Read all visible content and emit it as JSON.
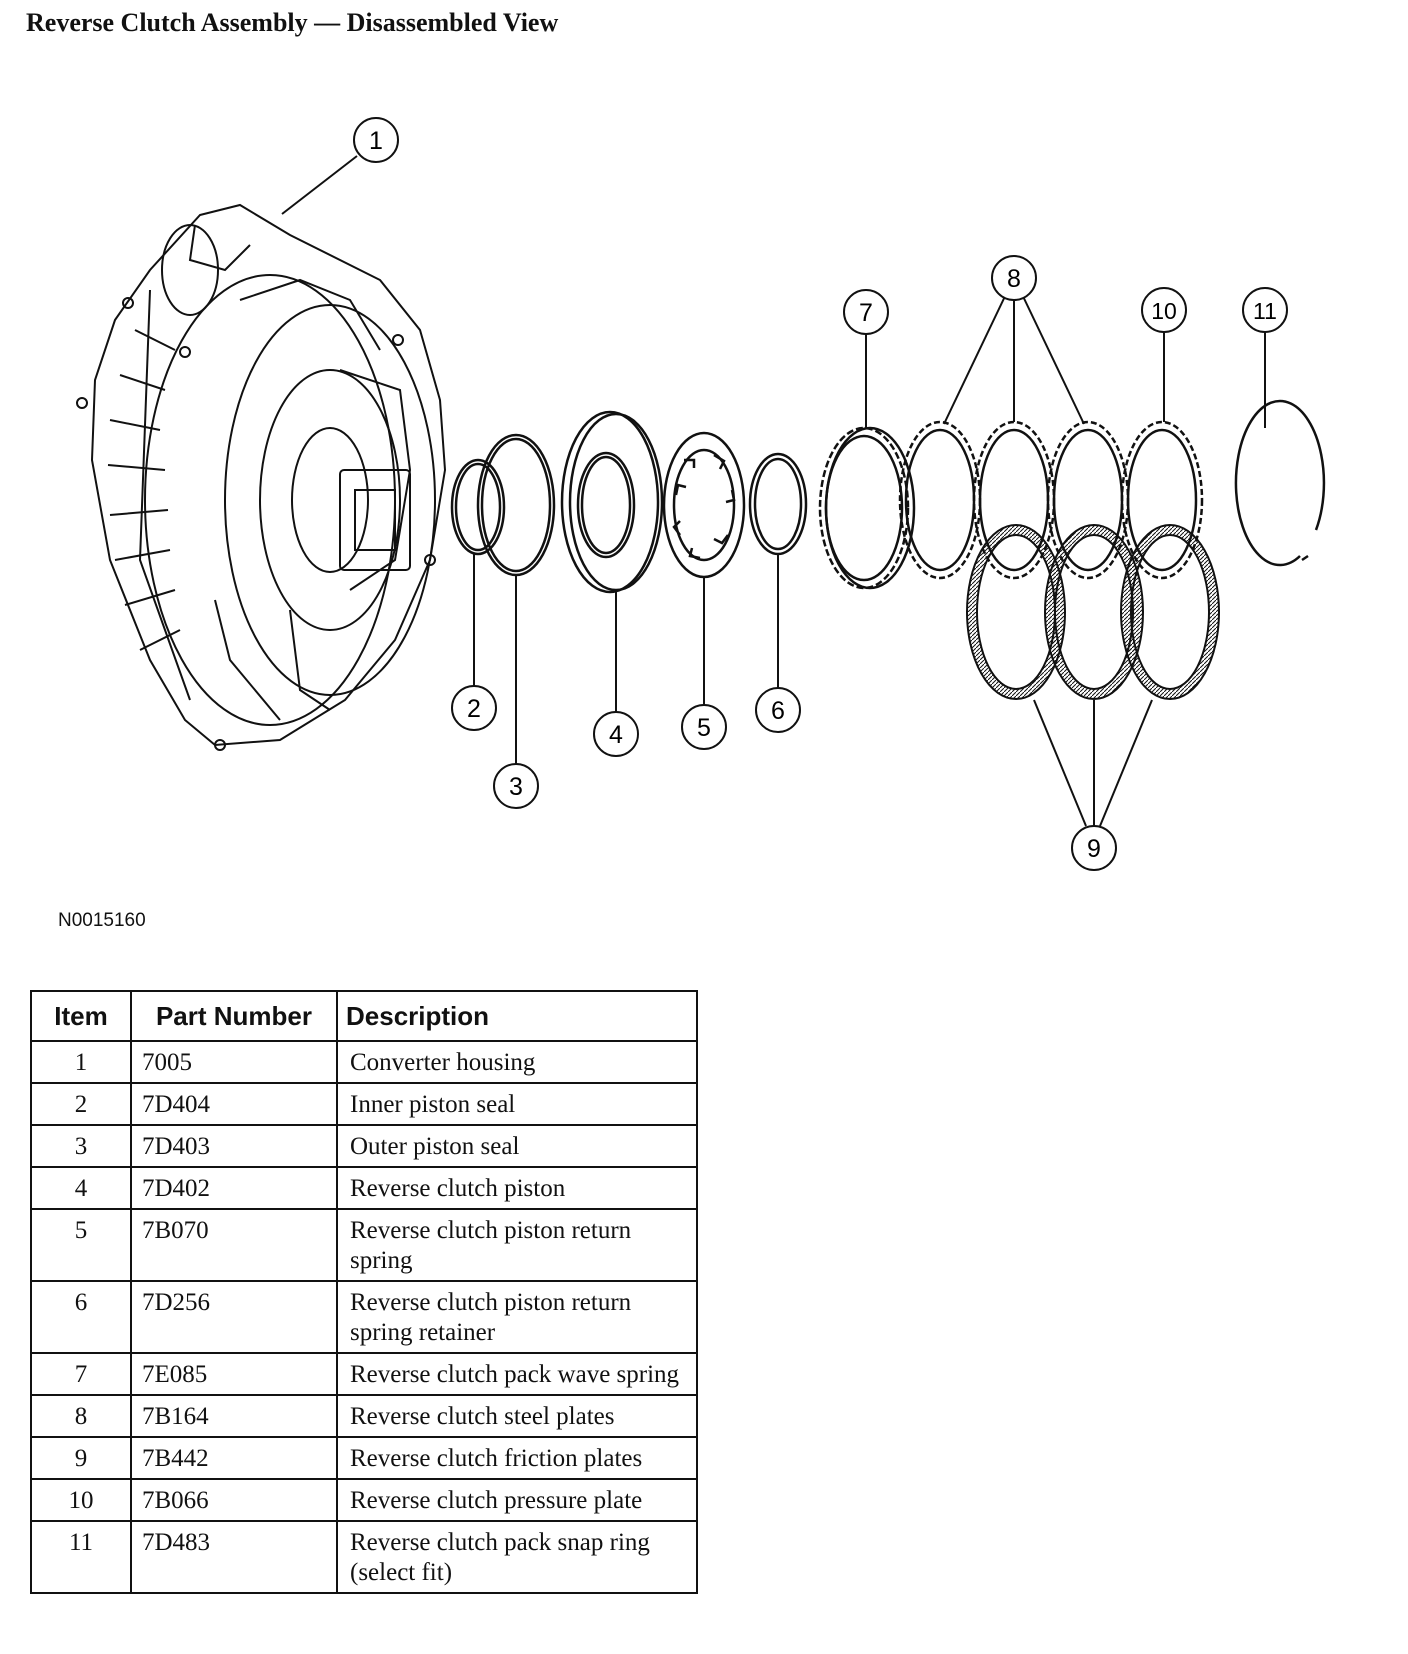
{
  "title": "Reverse Clutch Assembly — Disassembled View",
  "figure_id": "N0015160",
  "callouts": [
    "1",
    "2",
    "3",
    "4",
    "5",
    "6",
    "7",
    "8",
    "9",
    "10",
    "11"
  ],
  "table": {
    "headers": {
      "item": "Item",
      "part": "Part Number",
      "desc": "Description"
    },
    "rows": [
      {
        "item": "1",
        "part": "7005",
        "desc": "Converter housing"
      },
      {
        "item": "2",
        "part": "7D404",
        "desc": "Inner piston seal"
      },
      {
        "item": "3",
        "part": "7D403",
        "desc": "Outer piston seal"
      },
      {
        "item": "4",
        "part": "7D402",
        "desc": "Reverse clutch piston"
      },
      {
        "item": "5",
        "part": "7B070",
        "desc": "Reverse clutch piston return spring"
      },
      {
        "item": "6",
        "part": "7D256",
        "desc": "Reverse clutch piston return spring retainer"
      },
      {
        "item": "7",
        "part": "7E085",
        "desc": "Reverse clutch pack wave spring"
      },
      {
        "item": "8",
        "part": "7B164",
        "desc": "Reverse clutch steel plates"
      },
      {
        "item": "9",
        "part": "7B442",
        "desc": "Reverse clutch friction plates"
      },
      {
        "item": "10",
        "part": "7B066",
        "desc": "Reverse clutch pressure plate"
      },
      {
        "item": "11",
        "part": "7D483",
        "desc": "Reverse clutch pack snap ring (select fit)"
      }
    ]
  }
}
